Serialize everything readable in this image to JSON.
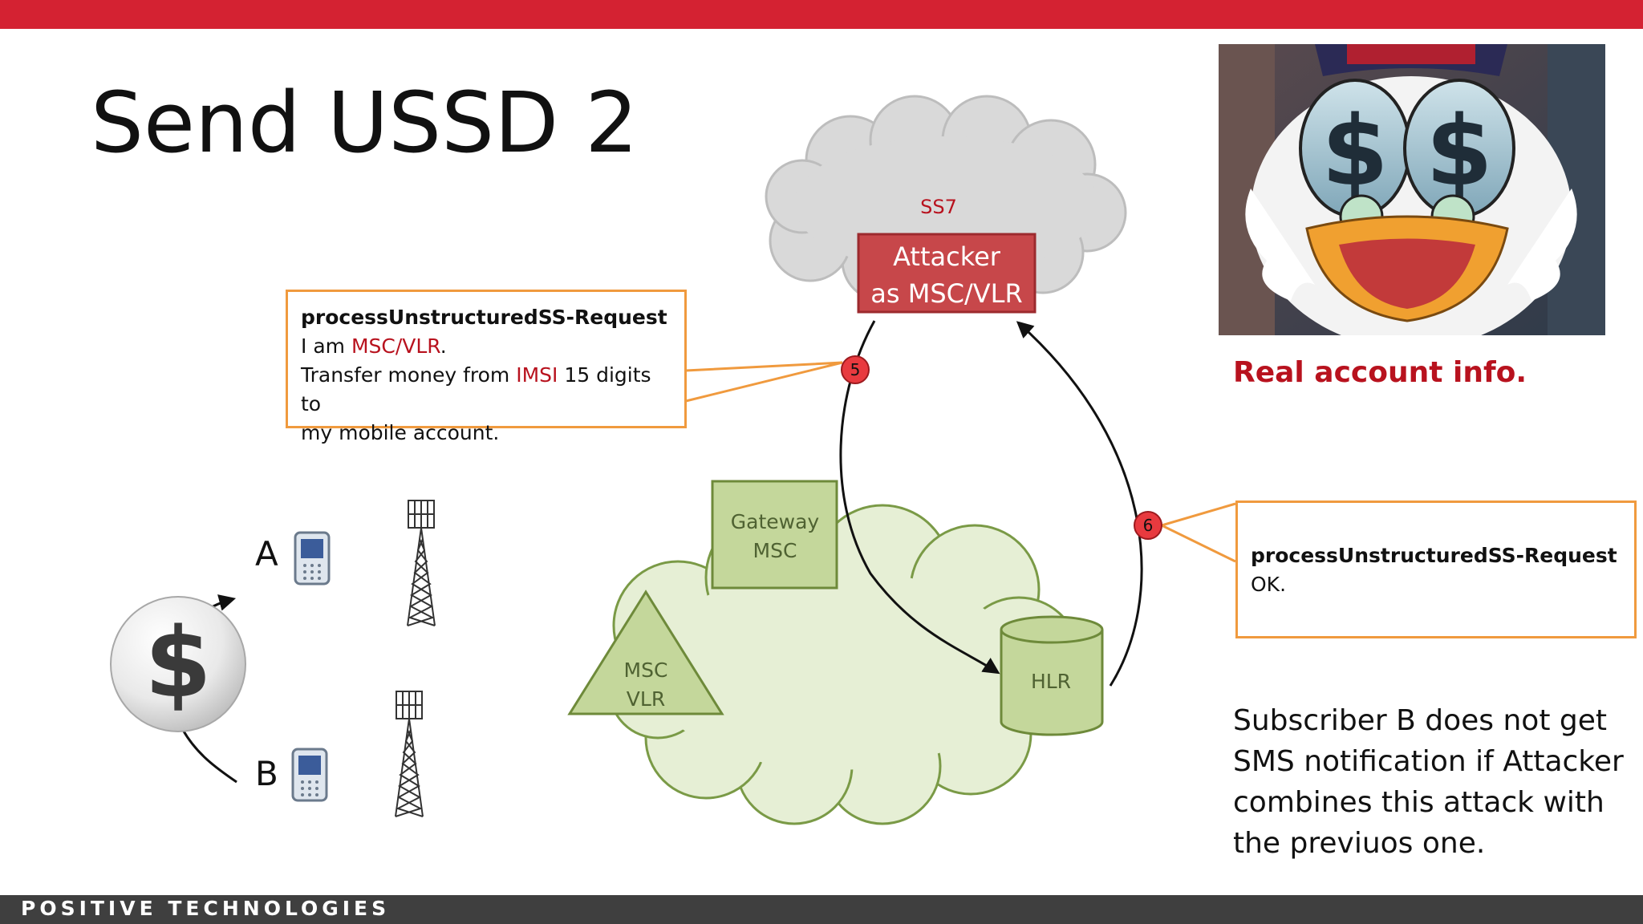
{
  "slide": {
    "title": "Send USSD 2",
    "brand": "POSITIVE TECHNOLOGIES"
  },
  "diagram": {
    "ss7_cloud_label": "SS7",
    "attacker_node": [
      "Attacker",
      "as MSC/VLR"
    ],
    "gateway_msc": [
      "Gateway",
      "MSC"
    ],
    "msc_vlr": [
      "MSC",
      "VLR"
    ],
    "hlr": "HLR",
    "subscriber_a": "A",
    "subscriber_b": "B",
    "step_5": "5",
    "step_6": "6",
    "colors": {
      "brand_red": "#d42232",
      "accent_red": "#b8121e",
      "callout_border": "#f09a3e",
      "attacker_fill": "#c7474a",
      "node_fill": "#c4d79b",
      "node_border": "#6e8a3a",
      "operator_cloud_fill": "#e6efd5",
      "ss7_cloud_fill": "#d9d9d9"
    }
  },
  "callout_request": {
    "title": "processUnstructuredSS-Request",
    "line1_prefix": "I am ",
    "line1_highlight": "MSC/VLR",
    "line1_suffix": ".",
    "line2_prefix": "Transfer money from ",
    "line2_highlight": "IMSI",
    "line2_suffix": " 15 digits to",
    "line3": "my mobile account."
  },
  "callout_response": {
    "title": "processUnstructuredSS-Request",
    "body": "OK."
  },
  "side_panel": {
    "caption": "Real account info.",
    "note": "Subscriber B does not get SMS notification if Attacker combines this attack with the previuos one."
  },
  "icons": [
    "dollar-coin-icon",
    "mobile-phone-icon",
    "cell-tower-icon",
    "cartoon-photo"
  ]
}
